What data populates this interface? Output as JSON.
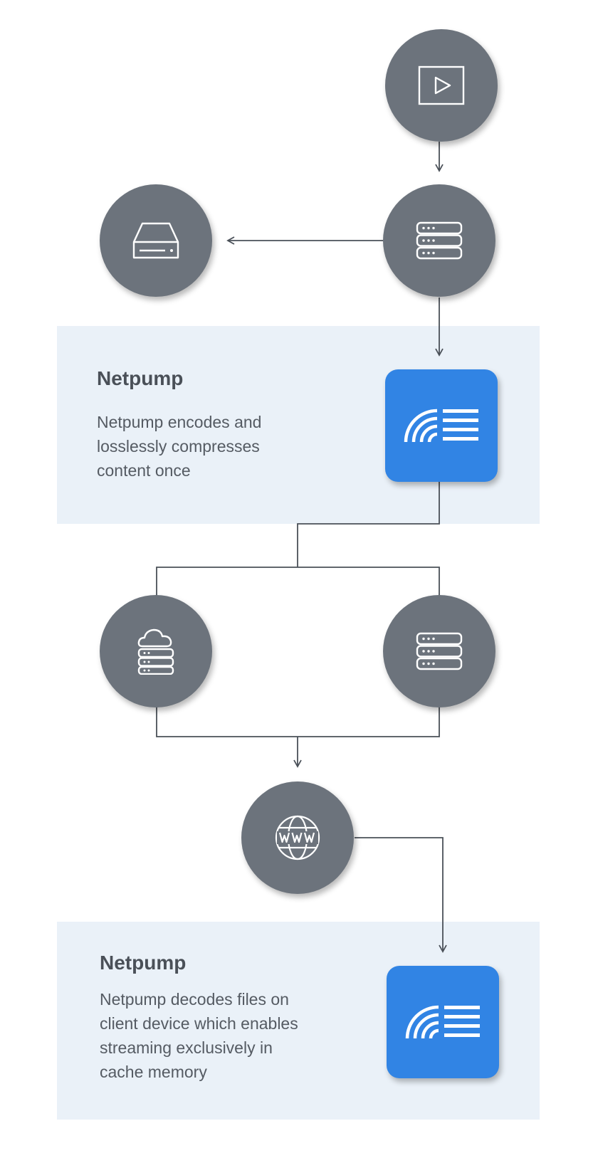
{
  "panels": [
    {
      "title": "Netpump",
      "description": [
        "Netpump encodes and",
        "losslessly compresses",
        "content once"
      ]
    },
    {
      "title": "Netpump",
      "description": [
        "Netpump decodes files on",
        "client device which enables",
        "streaming exclusively in",
        "cache memory"
      ]
    }
  ],
  "nodes": {
    "source": "video-player-icon",
    "origin_server": "server-stack-icon",
    "storage": "hard-drive-icon",
    "encoder": "netpump-logo-icon",
    "cloud_server": "cloud-server-icon",
    "cdn_server": "server-stack-icon",
    "internet": "www-globe-icon",
    "decoder": "netpump-logo-icon"
  },
  "colors": {
    "node": "#6c737c",
    "netpump": "#3184e4",
    "panel": "#eaf1f8",
    "connector": "#4a5058"
  }
}
